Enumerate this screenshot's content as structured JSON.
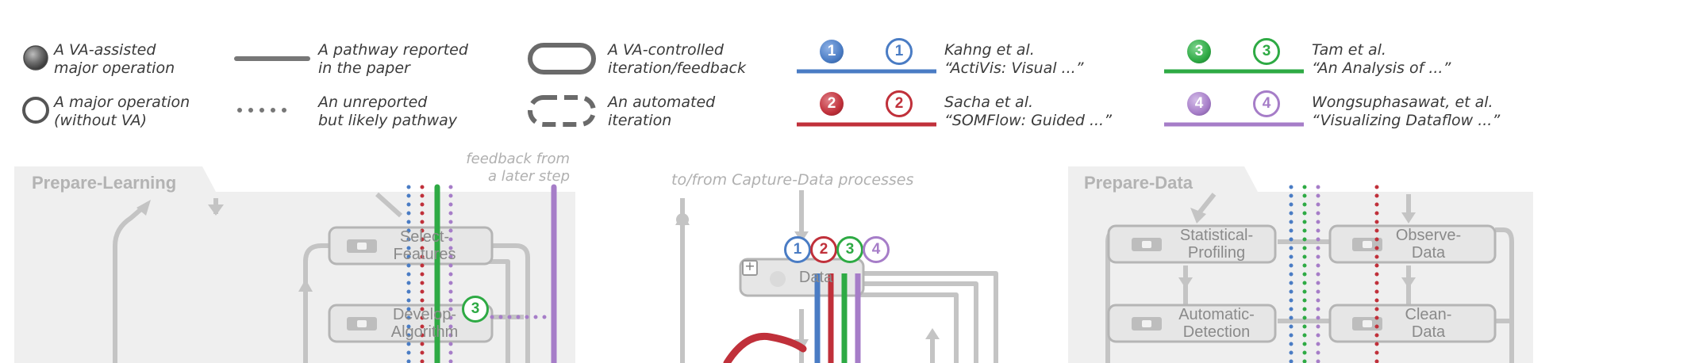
{
  "legend": {
    "va_assisted": "A VA-assisted\nmajor operation",
    "major_op": "A major operation\n(without VA)",
    "pathway_reported": "A pathway reported\nin the paper",
    "pathway_unreported": "An unreported\nbut likely pathway",
    "va_controlled": "A VA-controlled\niteration/feedback",
    "automated": "An automated\niteration"
  },
  "papers": [
    {
      "num": "1",
      "color": "#4a7cc4",
      "author": "Kahng et al.",
      "title": "“ActiVis: Visual ...”"
    },
    {
      "num": "2",
      "color": "#c0303a",
      "author": "Sacha et al.",
      "title": "“SOMFlow: Guided ...”"
    },
    {
      "num": "3",
      "color": "#2eaa44",
      "author": "Tam et al.",
      "title": "“An Analysis of ...”"
    },
    {
      "num": "4",
      "color": "#a67dc8",
      "author": "Wongsuphasawat, et al.",
      "title": "“Visualizing Dataflow ...”"
    }
  ],
  "panels": {
    "left_title": "Prepare-Learning",
    "right_title": "Prepare-Data",
    "feedback_note": "feedback from\na later step",
    "capture_note": "to/from Capture-Data processes"
  },
  "operations": {
    "select_features": "Select-\nFeatures",
    "develop_algorithm": "Develop-\nAlgorithm",
    "data": "Data",
    "statistical_profiling": "Statistical-\nProfiling",
    "observe_data": "Observe-\nData",
    "automatic_detection": "Automatic-\nDetection",
    "clean_data": "Clean-\nData"
  },
  "badges": {
    "left_badge": "3",
    "data_badges": [
      "1",
      "2",
      "3",
      "4"
    ],
    "data_plus": "+"
  }
}
